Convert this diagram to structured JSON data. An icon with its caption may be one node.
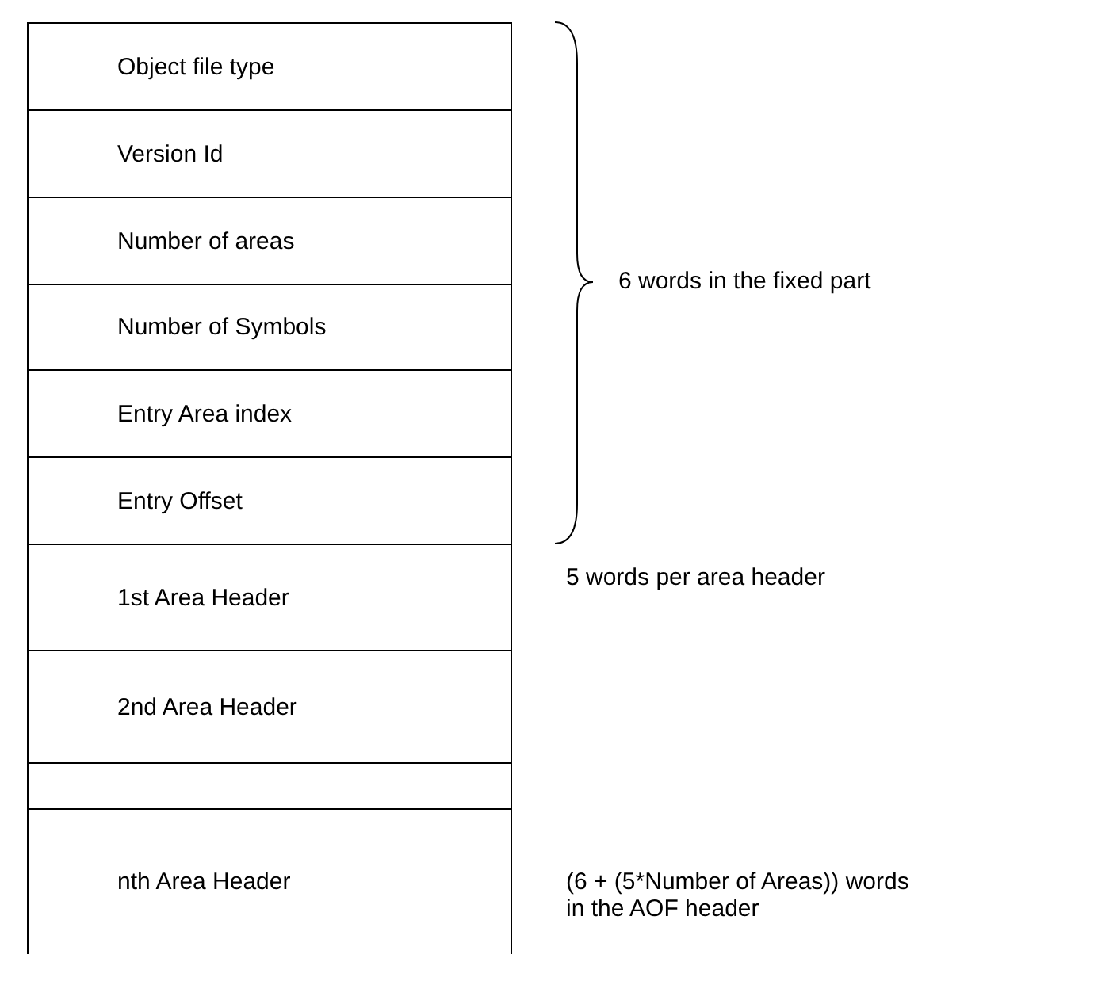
{
  "diagram": {
    "nodes": [
      {
        "text": [
          "Object file type"
        ]
      },
      {
        "text": [
          "Version Id"
        ]
      },
      {
        "text": [
          "Number of areas"
        ]
      },
      {
        "text": [
          "Number of Symbols"
        ]
      },
      {
        "text": [
          "Entry Area index"
        ]
      },
      {
        "text": [
          "Entry Offset"
        ]
      },
      {
        "text": [
          "1st Area Header"
        ]
      },
      {
        "text": [
          "2nd Area Header"
        ]
      },
      {
        "text": [],
        "shape": "box"
      },
      {
        "text": [
          "nth Area Header"
        ]
      }
    ],
    "labels": [
      "6 words in the fixed part",
      "5 words per area header",
      "(6 + (5*Number of Areas)) words in the AOF header"
    ]
  }
}
